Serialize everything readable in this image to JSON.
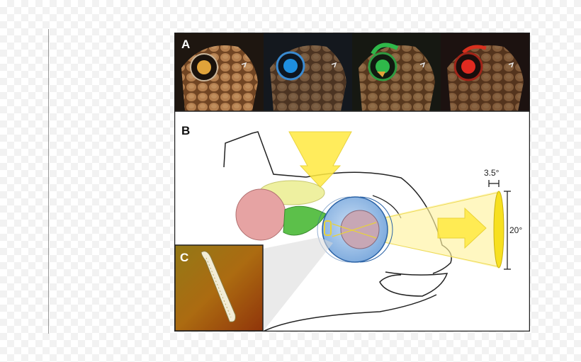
{
  "figure": {
    "panels": {
      "a": "A",
      "b": "B",
      "c": "C"
    },
    "annotations": {
      "angle_width": "3.5°",
      "angle_height": "20°"
    },
    "colors": {
      "frame": "#222222",
      "ambient_panel": "#e0a33a",
      "blue_panel": "#1e8fe0",
      "green_panel": "#2fb84a",
      "red_panel": "#e02a20",
      "arrow": "#ffe940",
      "optic_lobe": "#e6a3a3",
      "cerebellum": "#eef0a0",
      "optic_nerve": "#5cc04a",
      "eye": "#9ec3ea",
      "lens": "#c7a7b5"
    },
    "icons": {
      "incoming_light": "arrow-down-icon",
      "outgoing_light": "arrow-right-icon"
    }
  }
}
